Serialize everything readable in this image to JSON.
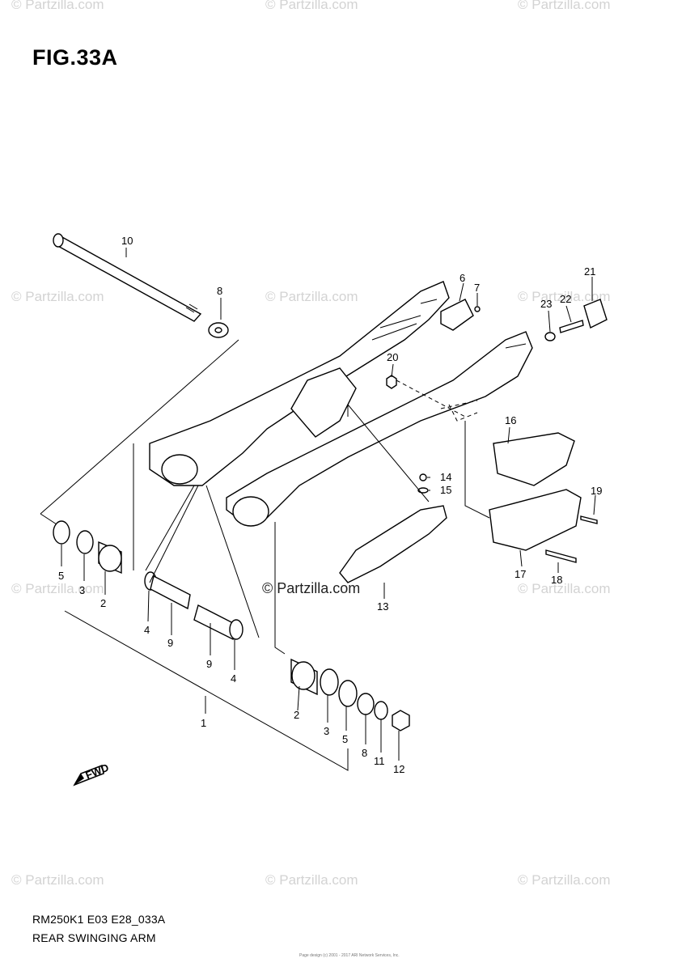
{
  "watermark": "© Partzilla.com",
  "figure": {
    "title": "FIG.33A",
    "code": "RM250K1 E03 E28_033A",
    "name": "REAR SWINGING ARM"
  },
  "fwd_label": "FWD",
  "callouts": [
    "10",
    "8",
    "6",
    "7",
    "21",
    "22",
    "23",
    "20",
    "16",
    "14",
    "15",
    "19",
    "17",
    "18",
    "13",
    "5",
    "3",
    "2",
    "4",
    "9",
    "9",
    "4",
    "1",
    "2",
    "3",
    "5",
    "8",
    "11",
    "12"
  ],
  "footer_fine_print": [
    "Page design (c) 2001 - 2017 ARI Network Services, Inc."
  ]
}
